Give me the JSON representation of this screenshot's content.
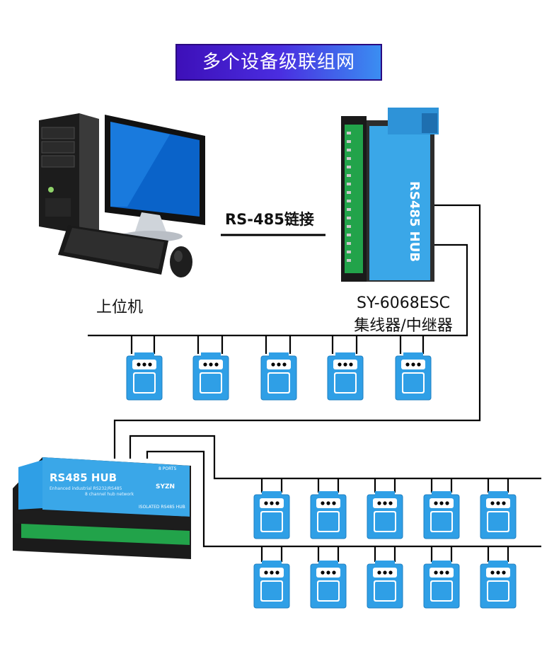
{
  "title": "多个设备级联组网",
  "link_label": "RS-485链接",
  "pc_label": "上位机",
  "hub_model": "SY-6068ESC",
  "hub_role": "集线器/中继器",
  "hub_front": {
    "name": "RS485 HUB",
    "subtitle": "Enhanced industrial RS232/RS485",
    "subtitle2": "8 channel hub network",
    "brand": "SYZN",
    "footer": "ISOLATED RS485 HUB",
    "ports": "8 PORTS"
  },
  "colors": {
    "banner_start": "#3d0fb8",
    "banner_end": "#3a8ff2",
    "device_blue": "#2f9fe6",
    "line": "#000000"
  },
  "icons": {
    "computer": "desktop-computer-icon",
    "meter": "rs485-slave-device-icon"
  }
}
